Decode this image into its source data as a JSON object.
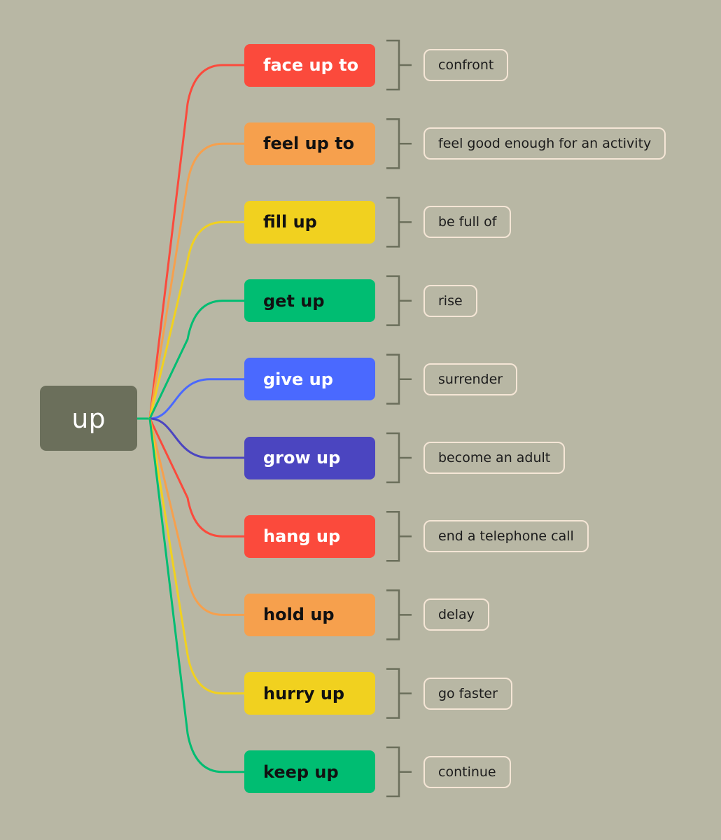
{
  "root": {
    "label": "up",
    "color": "#6b6f5b"
  },
  "items": [
    {
      "phrase": "face up to",
      "meaning": "confront",
      "color": "#fb4a3c",
      "text_color": "#ffffff"
    },
    {
      "phrase": "feel up to",
      "meaning": "feel good enough for an activity",
      "color": "#f6a04d",
      "text_color": "#111111"
    },
    {
      "phrase": "fill up",
      "meaning": "be full of",
      "color": "#f1d11f",
      "text_color": "#111111"
    },
    {
      "phrase": "get up",
      "meaning": "rise",
      "color": "#00bd72",
      "text_color": "#111111"
    },
    {
      "phrase": "give up",
      "meaning": "surrender",
      "color": "#4a69ff",
      "text_color": "#ffffff"
    },
    {
      "phrase": "grow up",
      "meaning": "become an adult",
      "color": "#4b45c0",
      "text_color": "#ffffff"
    },
    {
      "phrase": "hang up",
      "meaning": "end a telephone call",
      "color": "#fb4a3c",
      "text_color": "#ffffff"
    },
    {
      "phrase": "hold up",
      "meaning": "delay",
      "color": "#f6a04d",
      "text_color": "#111111"
    },
    {
      "phrase": "hurry up",
      "meaning": "go faster",
      "color": "#f1d11f",
      "text_color": "#111111"
    },
    {
      "phrase": "keep up",
      "meaning": "continue",
      "color": "#00bd72",
      "text_color": "#111111"
    }
  ],
  "bracket_color": "#6b6f5b"
}
